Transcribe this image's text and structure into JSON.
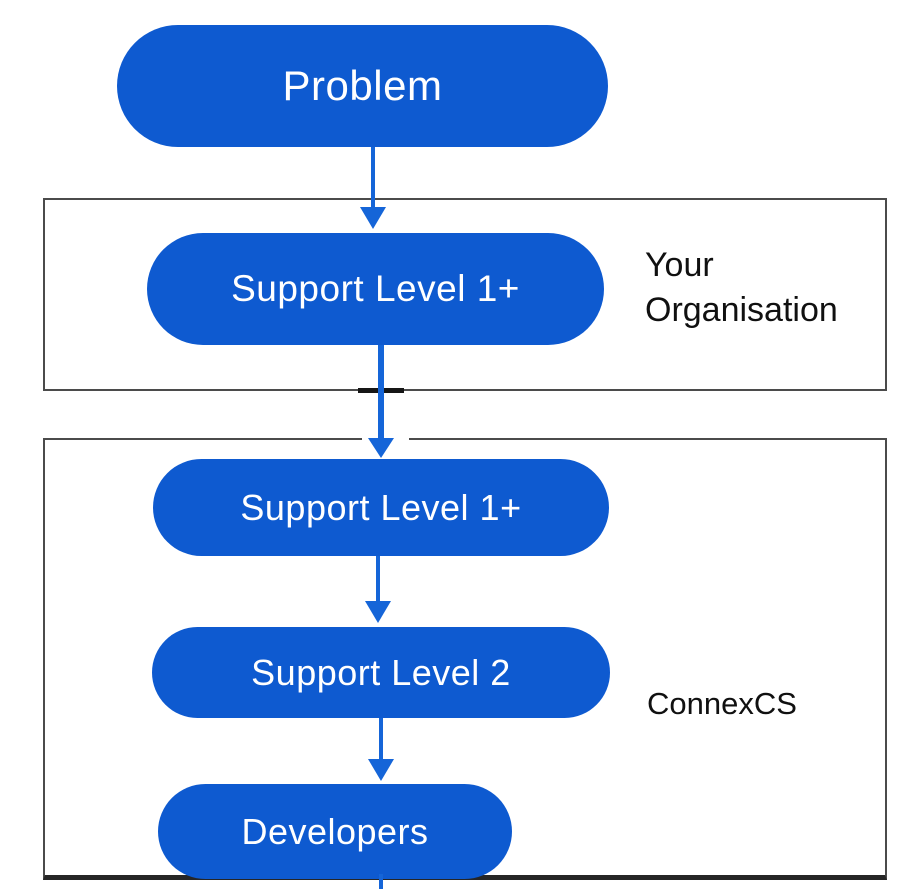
{
  "flowchart": {
    "problem_node": {
      "label": "Problem"
    },
    "org_box": {
      "label_line1": "Your",
      "label_line2": "Organisation",
      "nodes": [
        {
          "label": "Support Level 1+"
        }
      ]
    },
    "connexcs_box": {
      "label": "ConnexCS",
      "nodes": [
        {
          "label": "Support Level 1+"
        },
        {
          "label": "Support Level 2"
        },
        {
          "label": "Developers"
        }
      ]
    },
    "colors": {
      "node_fill": "#0e5ad0",
      "node_text": "#ffffff",
      "arrow_color": "#1565d8",
      "box_border": "#4b4b4b",
      "label_text": "#101010"
    }
  }
}
